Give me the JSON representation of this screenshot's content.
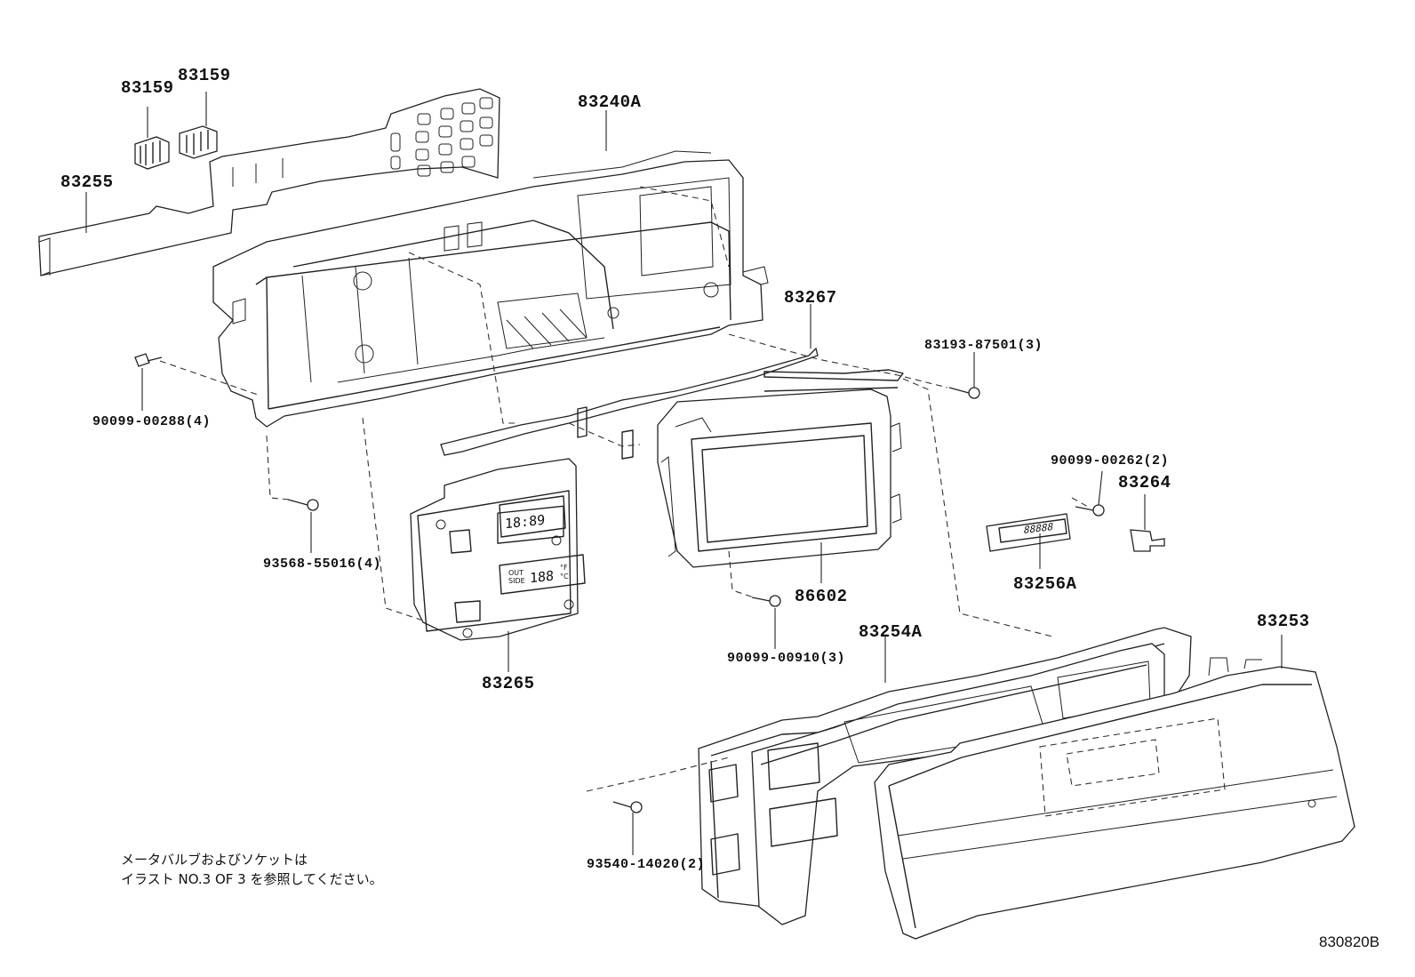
{
  "labels": {
    "l_83159_a": "83159",
    "l_83159_b": "83159",
    "l_83255": "83255",
    "l_83240A": "83240A",
    "l_83267": "83267",
    "l_83193": "83193-87501(3)",
    "l_90099_00288": "90099-00288(4)",
    "l_93568": "93568-55016(4)",
    "l_90099_00262": "90099-00262(2)",
    "l_83264": "83264",
    "l_83256A": "83256A",
    "l_86602": "86602",
    "l_83265": "83265",
    "l_90099_00910": "90099-00910(3)",
    "l_83254A": "83254A",
    "l_83253": "83253",
    "l_93540": "93540-14020(2)"
  },
  "note": {
    "line1": "メータバルブおよびソケットは",
    "line2": "イラスト NO.3 OF 3 を参照してください。"
  },
  "diagram_code": "830820B",
  "display_digits": {
    "clock": "18:89",
    "temp": "188",
    "temp_unit_f": "°F",
    "temp_unit_c": "°C",
    "out_side": "OUT SIDE",
    "small_display": "88888"
  }
}
